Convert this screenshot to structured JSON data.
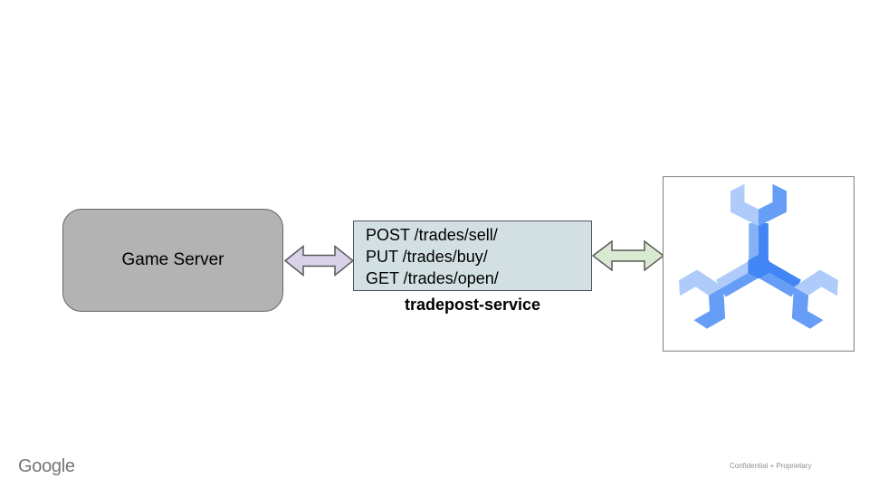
{
  "diagram": {
    "game_server": {
      "label": "Game Server",
      "fill": "#b3b3b3",
      "border_color": "#666666"
    },
    "tradepost": {
      "endpoints": [
        "POST /trades/sell/",
        "PUT /trades/buy/",
        "GET /trades/open/"
      ],
      "label": "tradepost-service",
      "fill": "#d3e0e3",
      "border_color": "#4d575c"
    },
    "database": {
      "icon": "cloud-spanner",
      "colors": {
        "light": "#aecbfa",
        "medium": "#669df6",
        "dark": "#4285f4",
        "shaft_light": "#84b0f8"
      }
    },
    "connectors": [
      {
        "id": "game-to-tradepost",
        "type": "double-arrow",
        "fill": "#d9d2e9",
        "stroke": "#595959"
      },
      {
        "id": "tradepost-to-database",
        "type": "double-arrow",
        "fill": "#d9ead3",
        "stroke": "#595959"
      }
    ]
  },
  "footer": {
    "brand": "Google",
    "note": "Confidential + Proprietary"
  }
}
